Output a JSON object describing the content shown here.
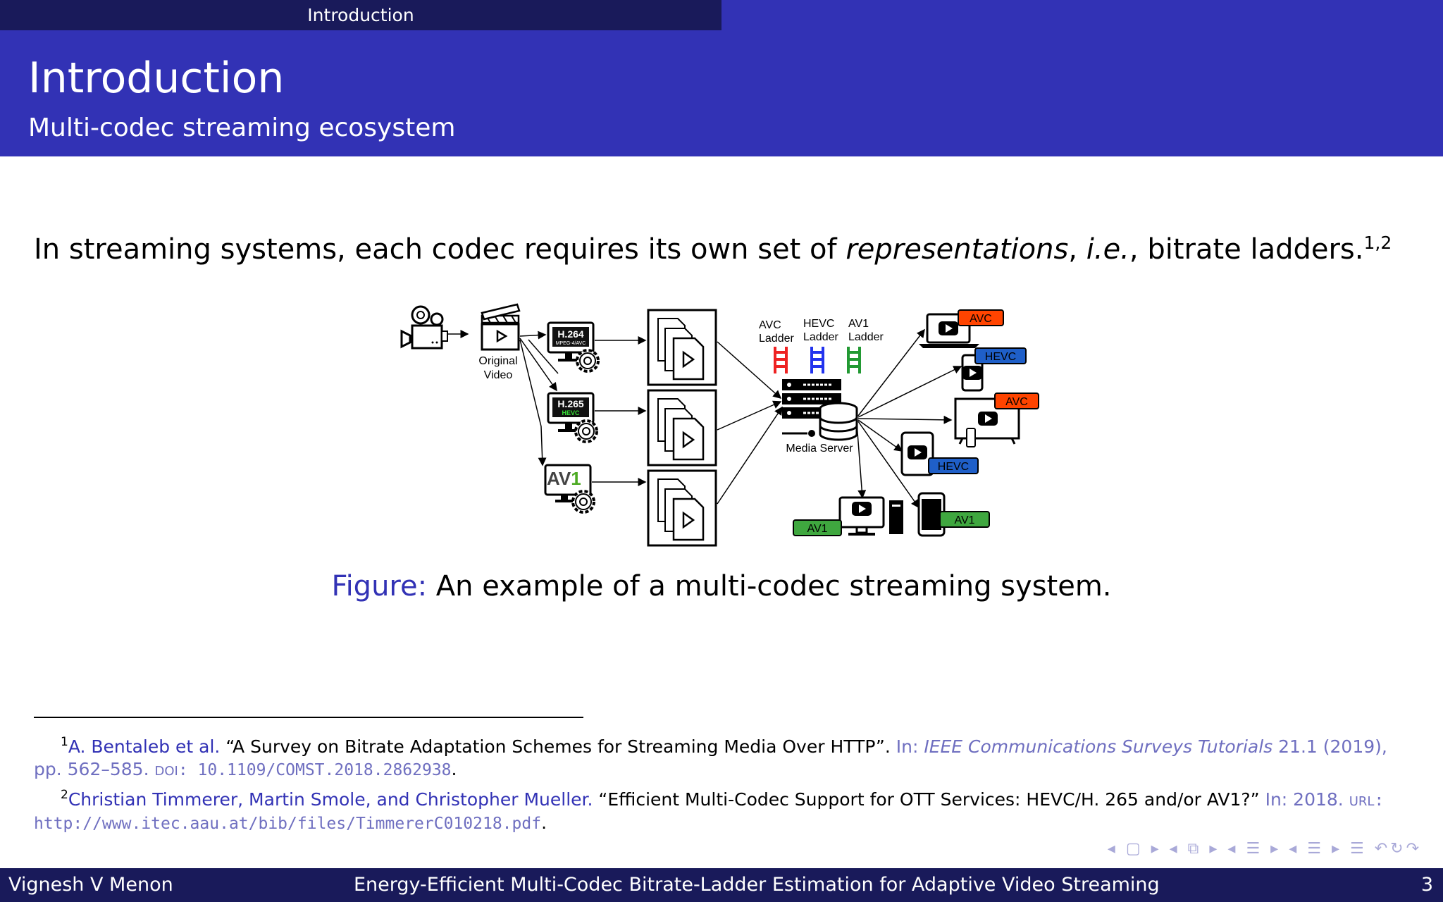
{
  "header": {
    "section": "Introduction"
  },
  "slide": {
    "title": "Introduction",
    "subtitle": "Multi-codec streaming ecosystem",
    "body": {
      "pre": "In streaming systems, each codec requires its own set of ",
      "em1": "representations",
      "mid": ", ",
      "em2": "i.e.",
      "post": ", bitrate ladders.",
      "sup": "1,2"
    }
  },
  "figure": {
    "caption_label": "Figure:",
    "caption_text": " An example of a multi-codec streaming system.",
    "original_video_line1": "Original",
    "original_video_line2": "Video",
    "h264_top": "H.264",
    "h264_sub": "MPEG-4/AVC",
    "h265_top": "H.265",
    "h265_sub": "HEVC",
    "av1_logo": "AV",
    "av1_logo_one": "1",
    "ladder_avc_1": "AVC",
    "ladder_avc_2": "Ladder",
    "ladder_hevc_1": "HEVC",
    "ladder_hevc_2": "Ladder",
    "ladder_av1_1": "AV1",
    "ladder_av1_2": "Ladder",
    "media_server": "Media Server",
    "device_tags": [
      "AVC",
      "HEVC",
      "AVC",
      "HEVC",
      "AV1",
      "AV1"
    ],
    "colors": {
      "avc": "#ff4400",
      "hevc": "#1f5fc8",
      "av1": "#3fa73f",
      "ladder_red": "#ee2222",
      "ladder_blue": "#2233ee",
      "ladder_green": "#229933"
    }
  },
  "footnotes": [
    {
      "num": "1",
      "authors": "A. Bentaleb et al.",
      "title": " “A Survey on Bitrate Adaptation Schemes for Streaming Media Over HTTP”. ",
      "in": "In: ",
      "venue": "IEEE Communications Surveys Tutorials",
      "details": " 21.1 (2019), pp. 562–585. ",
      "doi_label": "doi",
      "doi": ": 10.1109/COMST.2018.2862938",
      "end": "."
    },
    {
      "num": "2",
      "authors": "Christian Timmerer, Martin Smole, and Christopher Mueller.",
      "title": " “Efficient Multi-Codec Support for OTT Services: HEVC/H. 265 and/or AV1?” ",
      "in": "In: 2018. ",
      "url_label": "url",
      "url": ": http://www.itec.aau.at/bib/files/TimmererC010218.pdf",
      "end": "."
    }
  ],
  "nav": {
    "symbols": "◂ ▢ ▸ ◂ ⧉ ▸ ◂ ☰ ▸ ◂ ☰ ▸ ☰ ↶↻↷"
  },
  "footer": {
    "author": "Vignesh V Menon",
    "title": "Energy-Efficient Multi-Codec Bitrate-Ladder Estimation for Adaptive Video Streaming",
    "page": "3"
  }
}
